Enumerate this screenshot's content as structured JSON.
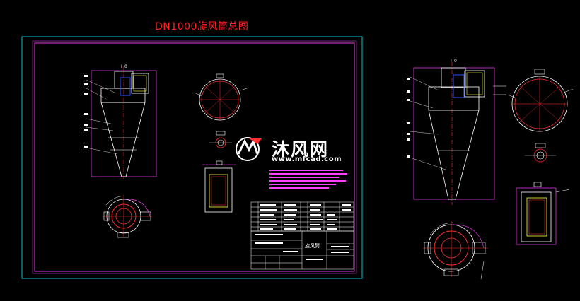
{
  "drawing_title": "DN1000旋风筒总图",
  "watermark": {
    "brand": "沐风网",
    "url": "www.mfcad.com"
  },
  "title_block": {
    "part_name": "旋风筒"
  },
  "view_labels": [
    "I",
    "0",
    "I",
    "0"
  ],
  "colors": {
    "background": "#000000",
    "title": "#ff2020",
    "outer_frame": "#00c8c8",
    "inner_frame": "#e040e0",
    "geometry": "#ffffff",
    "dimension": "#ff40ff",
    "centerline": "#ff3030",
    "blue_detail": "#3050ff",
    "watermark": "#ffffff"
  }
}
